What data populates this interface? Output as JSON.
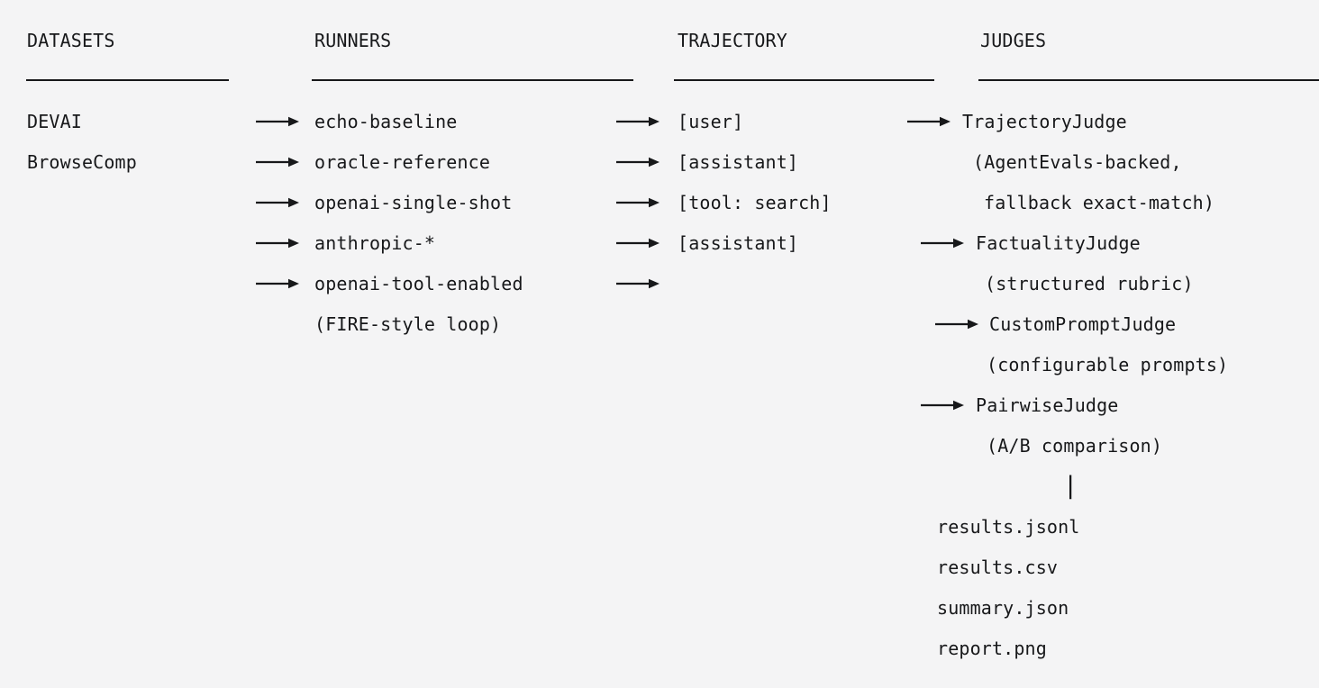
{
  "theme": {
    "background": "#f4f4f5",
    "foreground": "#17181a"
  },
  "headers": {
    "datasets": "DATASETS",
    "runners": "RUNNERS",
    "trajectory": "TRAJECTORY",
    "judges": "JUDGES"
  },
  "datasets": {
    "items": [
      "DEVAI",
      "BrowseComp"
    ]
  },
  "runners": {
    "items": [
      "echo-baseline",
      "oracle-reference",
      "openai-single-shot",
      "anthropic-*",
      "openai-tool-enabled"
    ],
    "note": "(FIRE-style loop)"
  },
  "trajectory": {
    "items": [
      "[user]",
      "[assistant]",
      "[tool: search]",
      "[assistant]"
    ]
  },
  "judges": {
    "items": [
      {
        "name": "TrajectoryJudge",
        "notes": [
          "(AgentEvals-backed,",
          "fallback exact-match)"
        ]
      },
      {
        "name": "FactualityJudge",
        "notes": [
          "(structured rubric)"
        ]
      },
      {
        "name": "CustomPromptJudge",
        "notes": [
          "(configurable prompts)"
        ]
      },
      {
        "name": "PairwiseJudge",
        "notes": [
          "(A/B comparison)"
        ]
      }
    ]
  },
  "outputs": {
    "connector": "|",
    "files": [
      "results.jsonl",
      "results.csv",
      "summary.json",
      "report.png"
    ]
  }
}
